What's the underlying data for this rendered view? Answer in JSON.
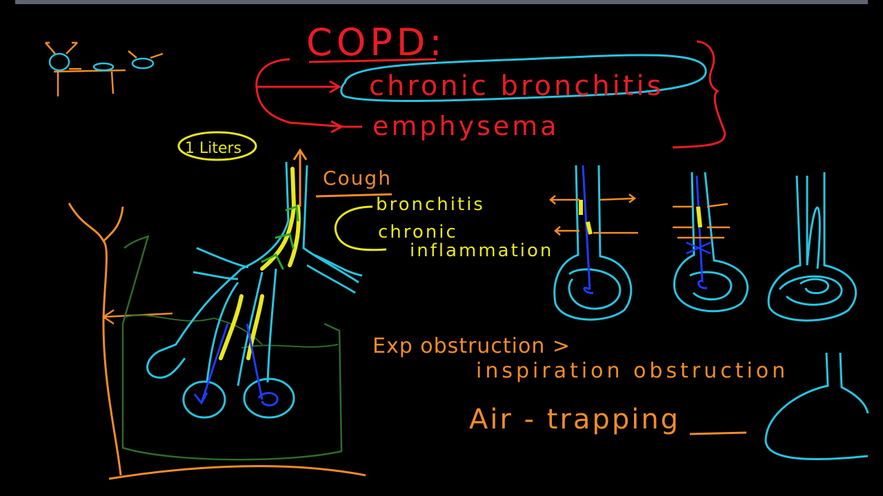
{
  "labels": {
    "title": "COPD:",
    "bronchitis_type": "chronic bronchitis",
    "emphysema_type": "emphysema",
    "volume": "1 Liters",
    "cough": "Cough",
    "bronchitis": "bronchitis",
    "chronic": "chronic",
    "inflammation": "inflammation",
    "exp_obstruction": "Exp obstruction >",
    "insp_obstruction": "inspiration obstruction",
    "air_trapping": "Air - trapping"
  },
  "colors": {
    "red": "#ec1c24",
    "cyan": "#29c4e0",
    "orange": "#f28c28",
    "yellow": "#e8e81e",
    "green": "#2aa82a",
    "dark_green": "#2f6b2a",
    "blue": "#1e3cff",
    "background": "#000000"
  }
}
